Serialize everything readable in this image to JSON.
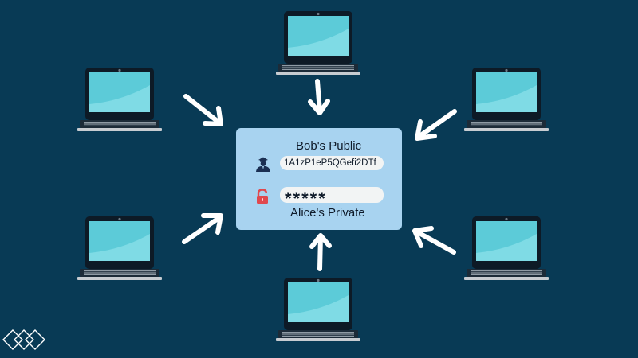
{
  "diagram": {
    "colors": {
      "background": "#083a55",
      "card": "#a8d3f0",
      "screen": "#5ccbd8",
      "arrow": "#ffffff",
      "lock": "#e0484e"
    },
    "key_card": {
      "public_label": "Bob's Public",
      "public_key": "1A1zP1eP5QGefi2DTf",
      "private_label": "Alice's Private",
      "private_key_mask": "*****"
    },
    "icons": {
      "public": "user-icon",
      "private": "lock-icon",
      "node": "laptop-icon",
      "logo": "diamond-logo"
    },
    "node_count": 6
  }
}
